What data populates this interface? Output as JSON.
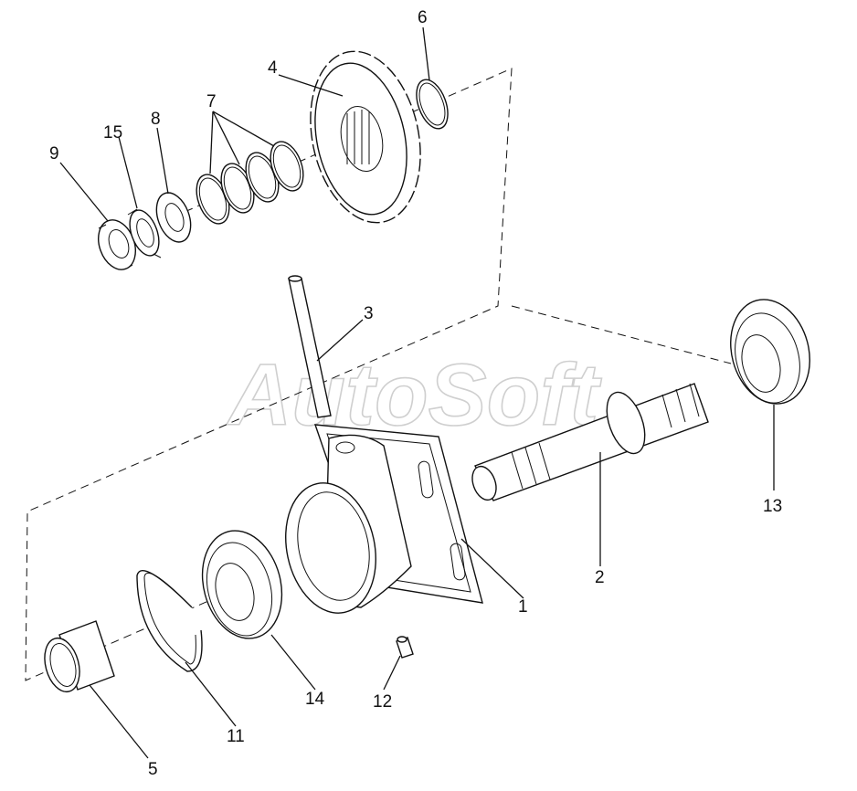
{
  "watermark": "AutoSoft",
  "callouts": [
    "1",
    "2",
    "3",
    "4",
    "5",
    "6",
    "7",
    "8",
    "9",
    "11",
    "12",
    "13",
    "14",
    "15"
  ],
  "colors": {
    "line": "#111111",
    "watermark": "#cfcfcf",
    "background": "#ffffff"
  }
}
